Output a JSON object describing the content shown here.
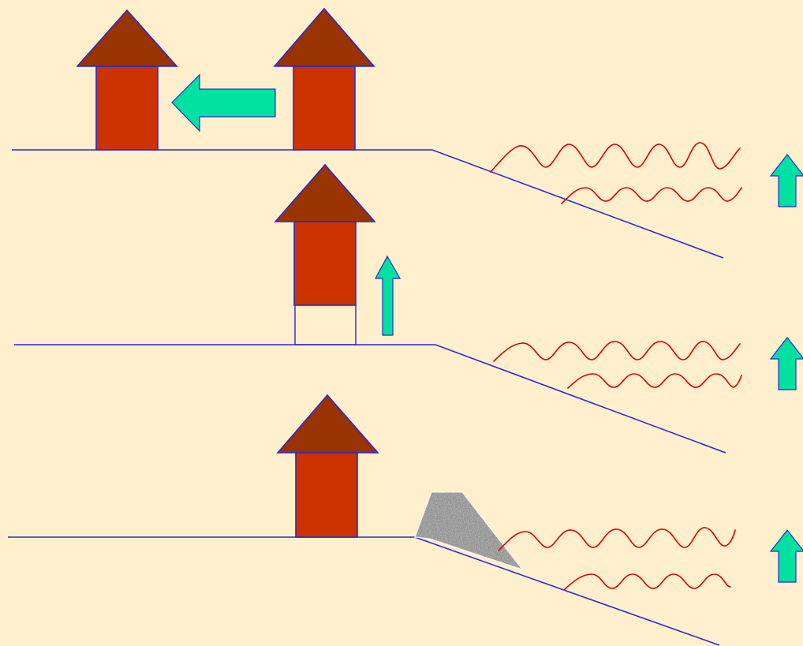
{
  "colors": {
    "background": "#FFEFCC",
    "ground_line": "#2A2AC8",
    "house_wall": "#CC3300",
    "house_roof": "#993300",
    "house_outline": "#2A2AC8",
    "arrow_fill": "#00E0A0",
    "arrow_outline": "#2A2AC8",
    "wave": "#E00000",
    "seawall": "#8A8A8A"
  },
  "panels": [
    {
      "id": "relocate",
      "houses": [
        "original-position",
        "relocated-position"
      ],
      "direction_arrow": "left",
      "waves": 2,
      "sea_level_arrow": "up"
    },
    {
      "id": "elevate",
      "houses": [
        "raised-on-stilts"
      ],
      "direction_arrow": "up",
      "waves": 2,
      "sea_level_arrow": "up"
    },
    {
      "id": "protect",
      "houses": [
        "behind-seawall"
      ],
      "structure": "seawall",
      "waves": 2,
      "sea_level_arrow": "up"
    }
  ],
  "icons": [
    "house-icon",
    "arrow-left-icon",
    "arrow-up-icon",
    "wave-icon",
    "seawall-icon"
  ]
}
